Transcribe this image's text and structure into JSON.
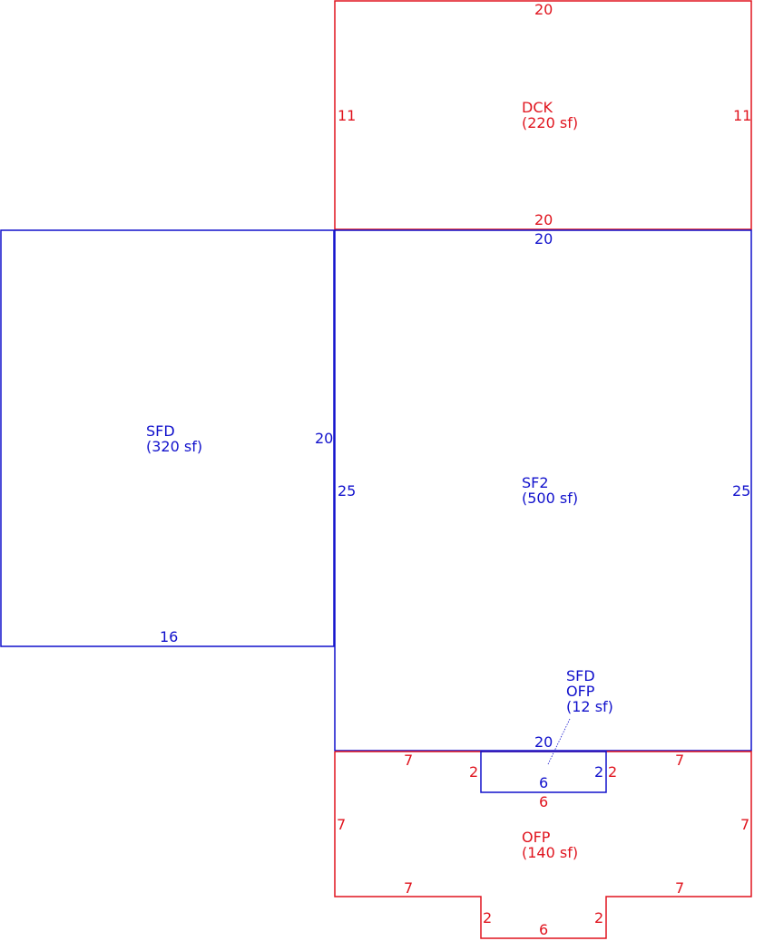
{
  "colors": {
    "red": "#e0141e",
    "blue": "#1111cc"
  },
  "areas": {
    "dck": {
      "name": "DCK",
      "area": "(220 sf)"
    },
    "sfd": {
      "name": "SFD",
      "area": "(320 sf)"
    },
    "sf2": {
      "name": "SF2",
      "area": "(500 sf)"
    },
    "sfd_ofp": {
      "name1": "SFD",
      "name2": "OFP",
      "area": "(12 sf)"
    },
    "ofp": {
      "name": "OFP",
      "area": "(140 sf)"
    }
  },
  "dims": {
    "dck_top": "20",
    "dck_left": "11",
    "dck_right": "11",
    "dck_bottom": "20",
    "sf2_top": "20",
    "sf2_left": "25",
    "sf2_right": "25",
    "sf2_bottom": "20",
    "sfd_right": "20",
    "sfd_bottom": "16",
    "sfdofp_left": "2",
    "sfdofp_right": "2",
    "sfdofp_bottom": "6",
    "ofp_top_left": "7",
    "ofp_top_right": "7",
    "ofp_left_notch": "2",
    "ofp_right_notch": "2",
    "ofp_notch_bottom": "6",
    "ofp_left": "7",
    "ofp_right": "7",
    "ofp_bot_left": "7",
    "ofp_bot_right": "7",
    "ofp_tab_left": "2",
    "ofp_tab_right": "2",
    "ofp_tab_bottom": "6"
  }
}
